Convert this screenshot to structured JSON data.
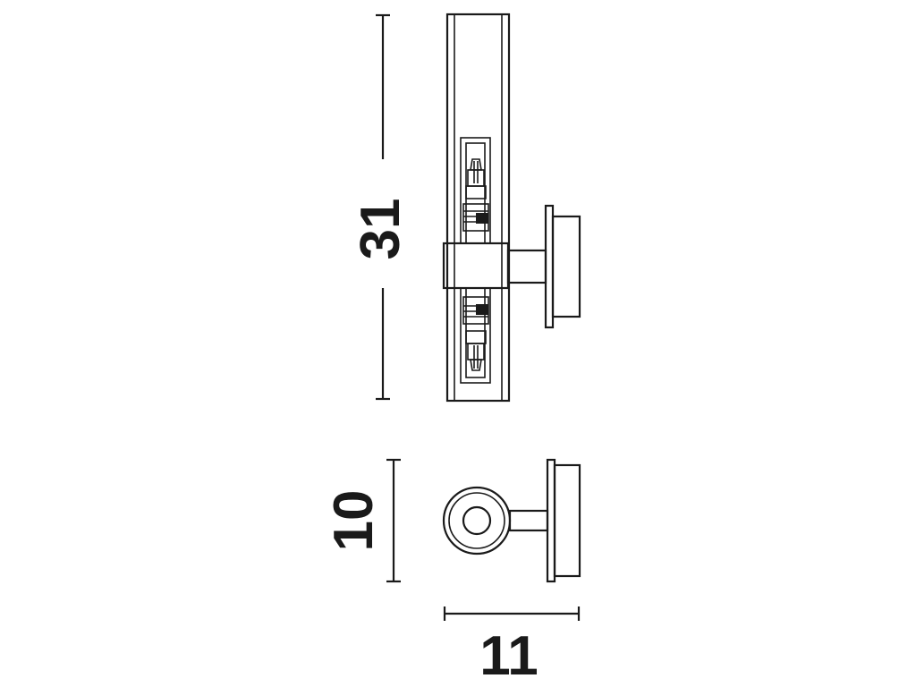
{
  "dimensions": {
    "height": "31",
    "depth": "10",
    "width": "11"
  },
  "colors": {
    "ink": "#1a1a1a",
    "background": "#ffffff"
  }
}
